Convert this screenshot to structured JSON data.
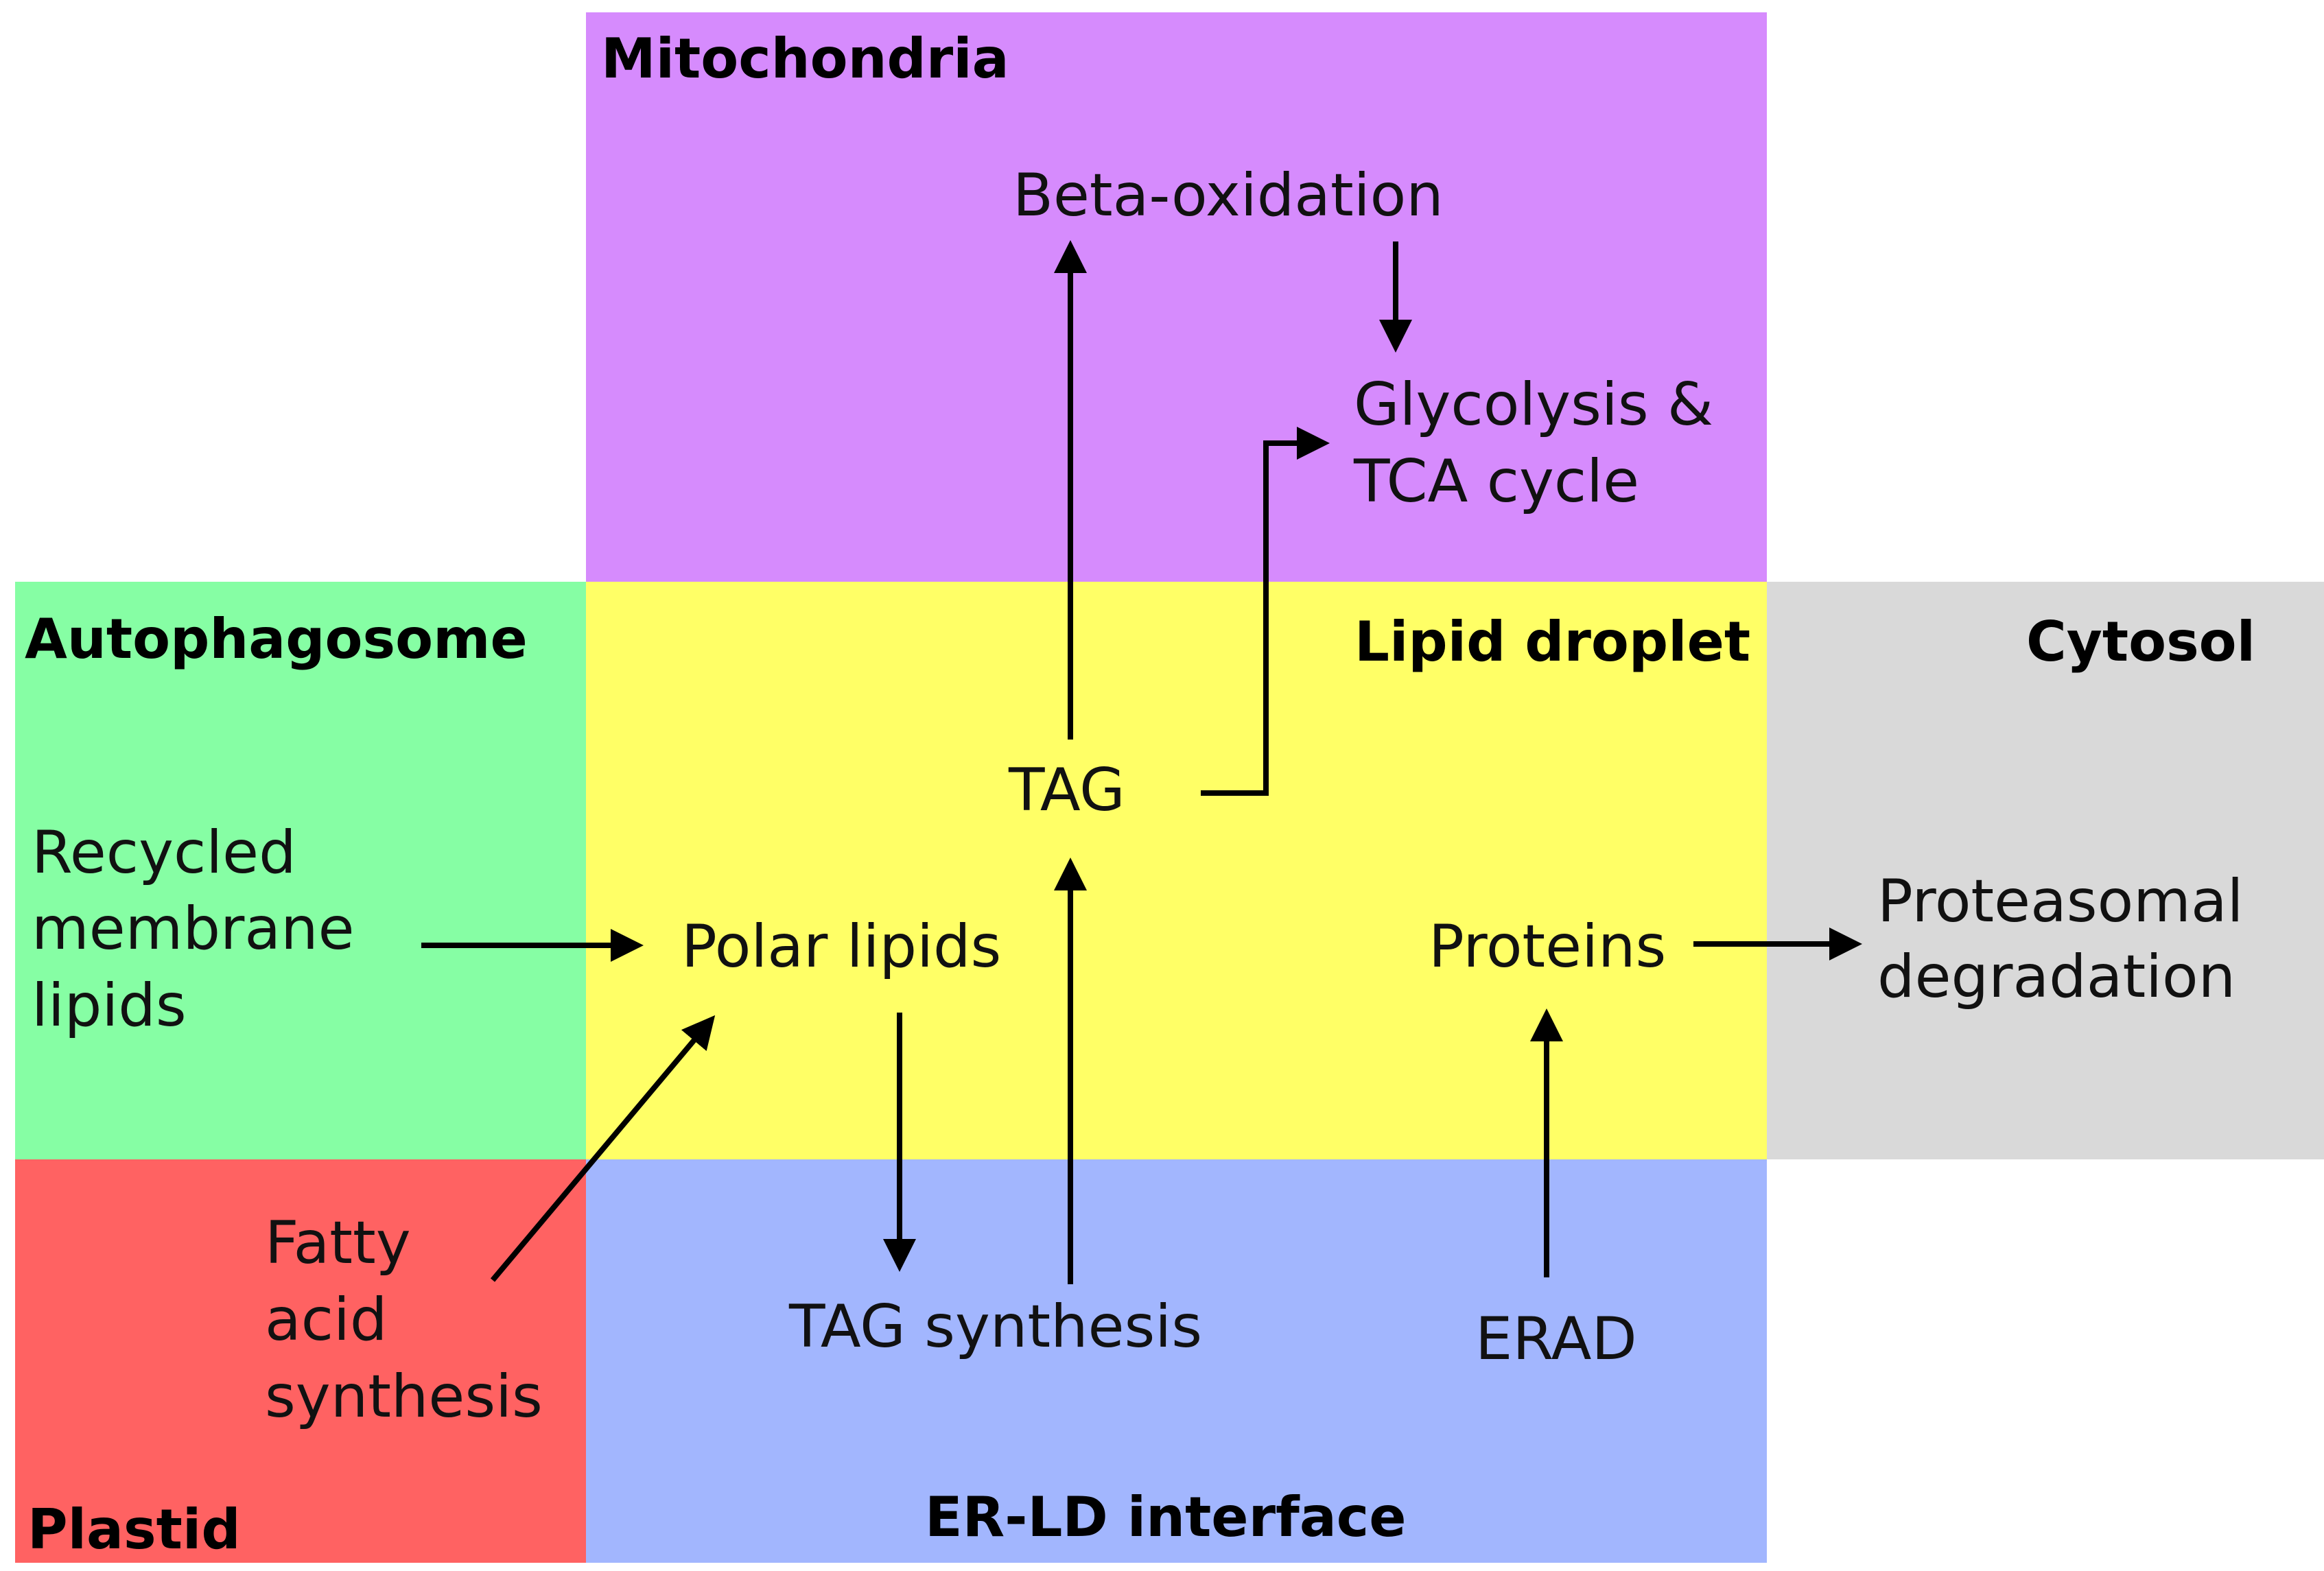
{
  "regions": {
    "mitochondria": {
      "title": "Mitochondria",
      "color": "#D68BFD"
    },
    "autophagosome": {
      "title": "Autophagosome",
      "color": "#86FEA4"
    },
    "lipid_droplet": {
      "title": "Lipid droplet",
      "color": "#FFFF66"
    },
    "cytosol": {
      "title": "Cytosol",
      "color": "#D9D9D9"
    },
    "plastid": {
      "title": "Plastid",
      "color": "#FF6262"
    },
    "er_ld": {
      "title": "ER-LD interface",
      "color": "#A2B6FE"
    }
  },
  "nodes": {
    "beta_oxidation": {
      "text": "Beta-oxidation"
    },
    "glycolysis": {
      "line1": "Glycolysis &",
      "line2": "TCA cycle"
    },
    "tag": {
      "text": "TAG"
    },
    "recycled": {
      "line1": "Recycled",
      "line2": "membrane",
      "line3": "lipids"
    },
    "polar_lipids": {
      "text": "Polar lipids"
    },
    "proteins": {
      "text": "Proteins"
    },
    "proteasomal": {
      "line1": "Proteasomal",
      "line2": "degradation"
    },
    "fatty_acid": {
      "line1": "Fatty",
      "line2": "acid",
      "line3": "synthesis"
    },
    "tag_synthesis": {
      "text": "TAG synthesis"
    },
    "erad": {
      "text": "ERAD"
    }
  },
  "edges": [
    {
      "from": "Recycled membrane lipids",
      "to": "Polar lipids"
    },
    {
      "from": "Fatty acid synthesis",
      "to": "Polar lipids"
    },
    {
      "from": "Polar lipids",
      "to": "TAG synthesis"
    },
    {
      "from": "TAG synthesis",
      "to": "TAG"
    },
    {
      "from": "TAG",
      "to": "Beta-oxidation"
    },
    {
      "from": "Beta-oxidation",
      "to": "Glycolysis & TCA cycle"
    },
    {
      "from": "TAG",
      "to": "Glycolysis & TCA cycle"
    },
    {
      "from": "ERAD",
      "to": "Proteins"
    },
    {
      "from": "Proteins",
      "to": "Proteasomal degradation"
    }
  ],
  "arrow_color": "#000000"
}
